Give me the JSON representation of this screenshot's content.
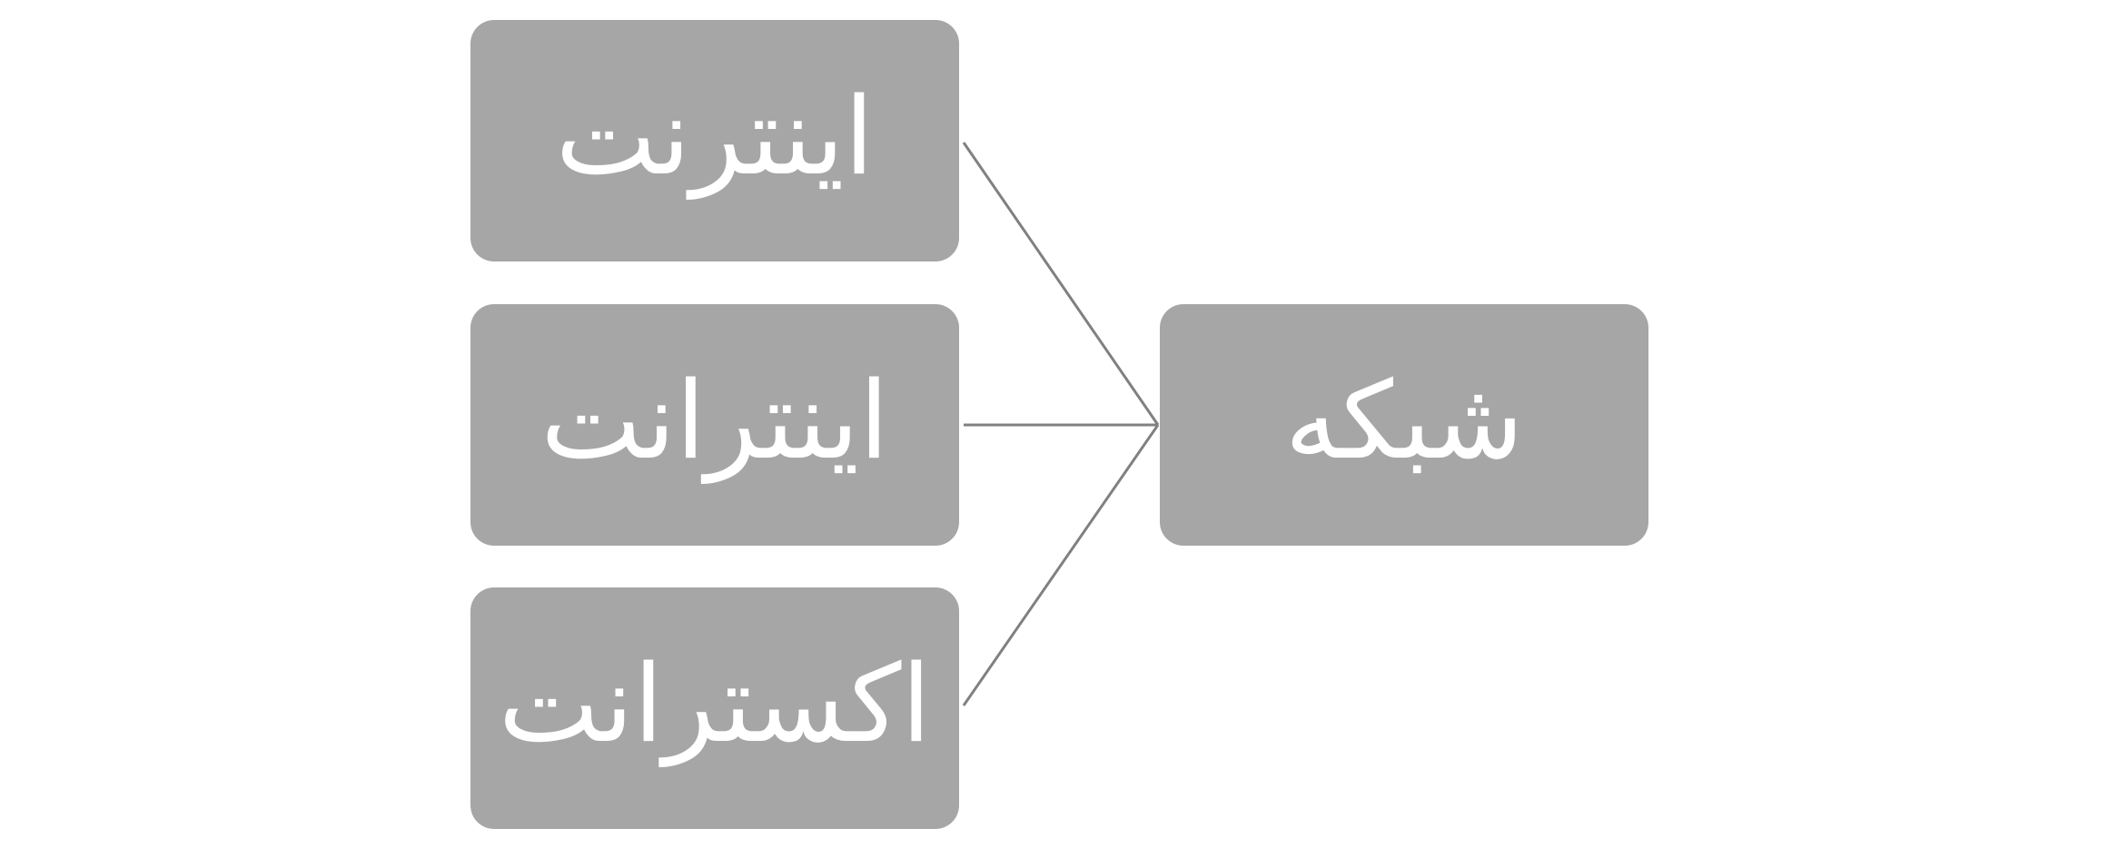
{
  "diagram": {
    "type": "hub-convergence",
    "colors": {
      "node_fill": "#a6a6a6",
      "node_text": "#ffffff",
      "connector": "#808080",
      "background": "#ffffff"
    },
    "source_nodes": [
      {
        "id": "internet",
        "label": "اینترنت"
      },
      {
        "id": "intranet",
        "label": "اینترانت"
      },
      {
        "id": "extranet",
        "label": "اکسترانت"
      }
    ],
    "target_node": {
      "id": "network",
      "label": "شبکه"
    },
    "edges": [
      {
        "from": "internet",
        "to": "network"
      },
      {
        "from": "intranet",
        "to": "network"
      },
      {
        "from": "extranet",
        "to": "network"
      }
    ]
  }
}
